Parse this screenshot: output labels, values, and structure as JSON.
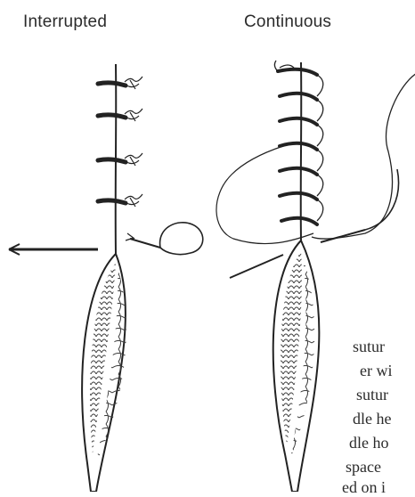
{
  "labels": {
    "interrupted": "Interrupted",
    "continuous": "Continuous"
  },
  "cropped_text_lines": [
    "sutur",
    "er wi",
    "sutur",
    "dle he",
    "dle ho",
    "space",
    "ed on i"
  ]
}
